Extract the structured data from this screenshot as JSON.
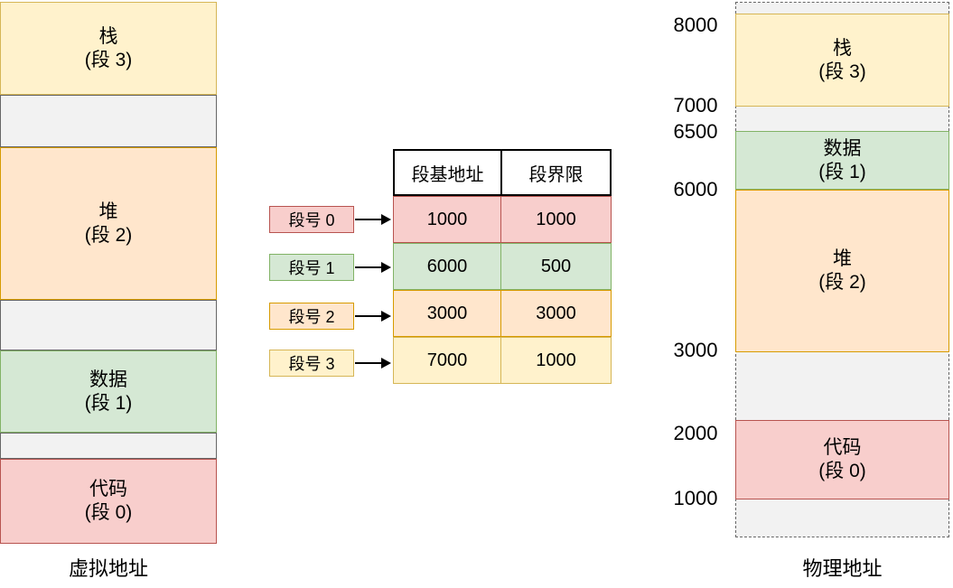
{
  "palette": {
    "yellow_fill": "#FFF2CC",
    "yellow_stroke": "#D6B656",
    "orange_fill": "#FFE6CC",
    "orange_stroke": "#D79B00",
    "green_fill": "#D5E8D4",
    "green_stroke": "#82B366",
    "red_fill": "#F8CECC",
    "red_stroke": "#B85450",
    "gray_fill": "#F2F2F2",
    "gray_stroke": "#666666",
    "text_color": "#000000"
  },
  "virtual_memory": {
    "caption": "虚拟地址",
    "segments": [
      {
        "name": "栈",
        "id": "(段 3)"
      },
      {
        "name": "堆",
        "id": "(段 2)"
      },
      {
        "name": "数据",
        "id": "(段 1)"
      },
      {
        "name": "代码",
        "id": "(段 0)"
      }
    ]
  },
  "segment_table": {
    "col_headers": [
      "段基地址",
      "段界限"
    ],
    "rows": [
      {
        "tag": "段号 0",
        "base": "1000",
        "limit": "1000"
      },
      {
        "tag": "段号 1",
        "base": "6000",
        "limit": "500"
      },
      {
        "tag": "段号 2",
        "base": "3000",
        "limit": "3000"
      },
      {
        "tag": "段号 3",
        "base": "7000",
        "limit": "1000"
      }
    ]
  },
  "physical_memory": {
    "caption": "物理地址",
    "address_labels": [
      "8000",
      "7000",
      "6500",
      "6000",
      "3000",
      "2000",
      "1000"
    ],
    "segments": [
      {
        "name": "栈",
        "id": "(段 3)"
      },
      {
        "name": "数据",
        "id": "(段 1)"
      },
      {
        "name": "堆",
        "id": "(段 2)"
      },
      {
        "name": "代码",
        "id": "(段 0)"
      }
    ]
  }
}
